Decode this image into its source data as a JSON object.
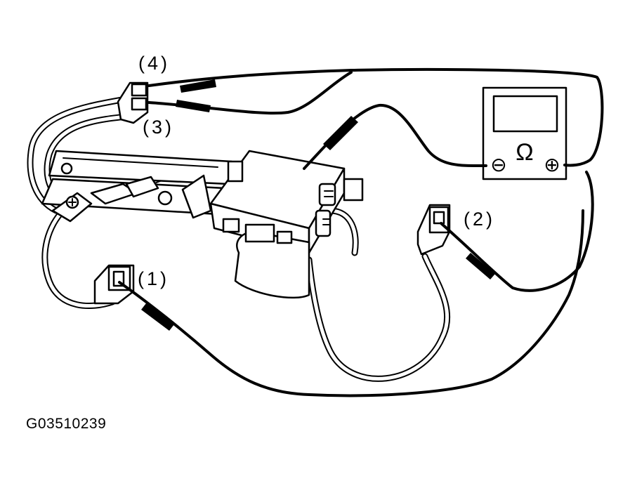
{
  "labels": {
    "connector_1": "(1)",
    "connector_2": "(2)",
    "connector_3": "(3)",
    "connector_4": "(4)"
  },
  "meter": {
    "symbol": "Ω",
    "negative_symbol": "⊖",
    "positive_symbol": "⊕"
  },
  "figure_code": "G03510239",
  "colors": {
    "line": "#000000",
    "background": "#ffffff"
  }
}
